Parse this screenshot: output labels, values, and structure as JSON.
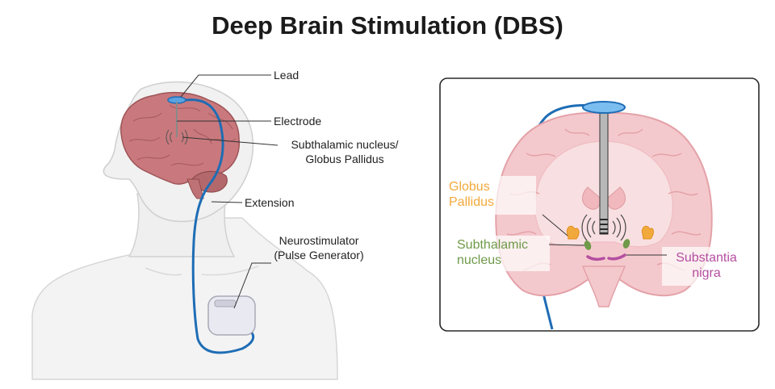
{
  "title": "Deep Brain Stimulation (DBS)",
  "left_labels": {
    "lead": "Lead",
    "electrode": "Electrode",
    "target_line1": "Subthalamic nucleus/",
    "target_line2": "Globus Pallidus",
    "extension": "Extension",
    "neuro_line1": "Neurostimulator",
    "neuro_line2": "(Pulse Generator)"
  },
  "inset_labels": {
    "gp_line1": "Globus",
    "gp_line2": "Pallidus",
    "stn_line1": "Subthalamic",
    "stn_line2": "nucleus",
    "sn_line1": "Substantia",
    "sn_line2": "nigra"
  },
  "colors": {
    "globus_pallidus": "#f2a93b",
    "subthalamic_nucleus": "#6f9a49",
    "substantia_nigra": "#b44ea0",
    "lead_wire": "#1e6db5",
    "brain": "#c9797d"
  }
}
